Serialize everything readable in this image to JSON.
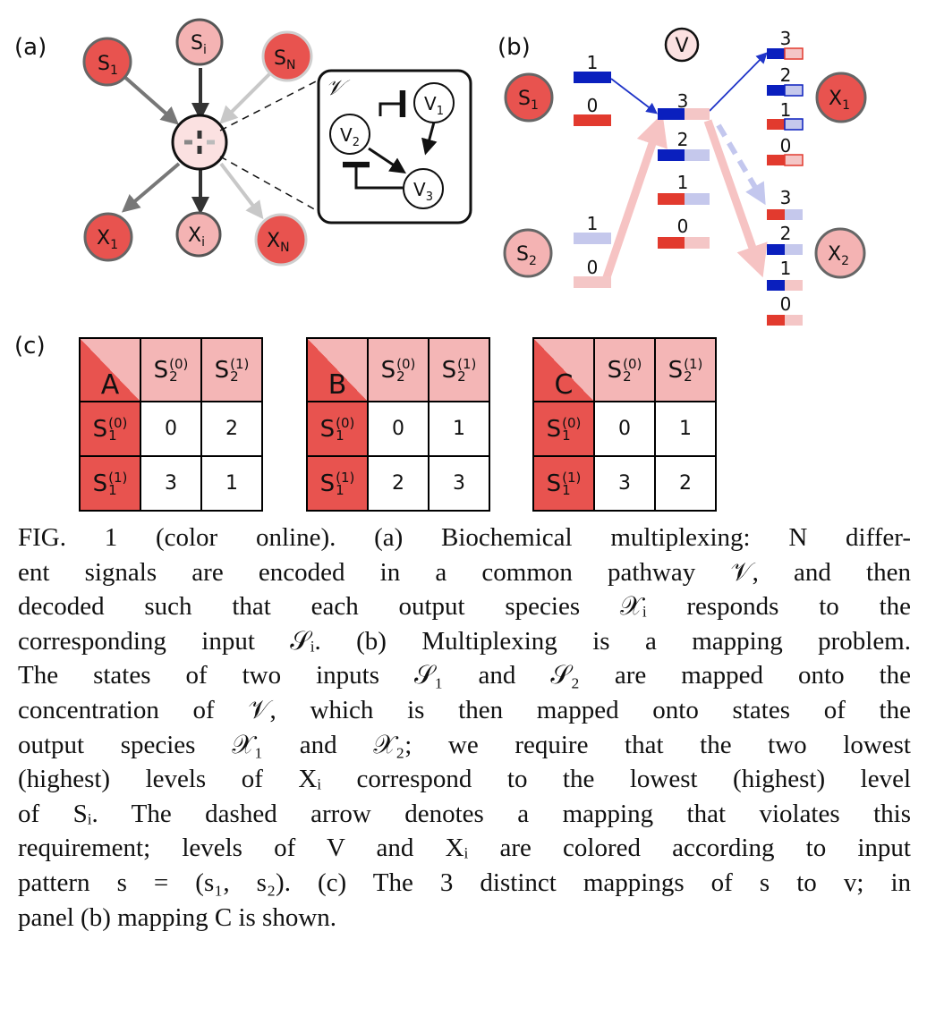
{
  "panel_labels": {
    "a": "(a)",
    "b": "(b)",
    "c": "(c)"
  },
  "panel_a": {
    "inputs": [
      {
        "base": "S",
        "sub": "1"
      },
      {
        "base": "S",
        "sub": "i"
      },
      {
        "base": "S",
        "sub": "N"
      }
    ],
    "outputs": [
      {
        "base": "X",
        "sub": "1"
      },
      {
        "base": "X",
        "sub": "i"
      },
      {
        "base": "X",
        "sub": "N"
      }
    ],
    "pathway_symbol": "𝒱",
    "pathway_nodes": [
      {
        "base": "V",
        "sub": "1"
      },
      {
        "base": "V",
        "sub": "2"
      },
      {
        "base": "V",
        "sub": "3"
      }
    ]
  },
  "panel_b": {
    "v_label": "V",
    "inputs": [
      {
        "base": "S",
        "sub": "1"
      },
      {
        "base": "S",
        "sub": "2"
      }
    ],
    "outputs": [
      {
        "base": "X",
        "sub": "1"
      },
      {
        "base": "X",
        "sub": "2"
      }
    ],
    "s1_levels": [
      "1",
      "0"
    ],
    "s2_levels": [
      "1",
      "0"
    ],
    "v_levels": [
      "3",
      "2",
      "1",
      "0"
    ],
    "x1_levels": [
      "3",
      "2",
      "1",
      "0"
    ],
    "x2_levels": [
      "3",
      "2",
      "1",
      "0"
    ],
    "colors": {
      "blue": "#0a1fbe",
      "light_blue": "#c5c8ec",
      "red": "#e23a2e",
      "pink": "#f4c6c6"
    }
  },
  "panel_c": {
    "tables": [
      {
        "corner": "A",
        "col_headers": [
          {
            "base": "S",
            "sup": "(0)",
            "sub": "2"
          },
          {
            "base": "S",
            "sup": "(1)",
            "sub": "2"
          }
        ],
        "rows": [
          {
            "header": {
              "base": "S",
              "sup": "(0)",
              "sub": "1"
            },
            "cells": [
              "0",
              "2"
            ]
          },
          {
            "header": {
              "base": "S",
              "sup": "(1)",
              "sub": "1"
            },
            "cells": [
              "3",
              "1"
            ]
          }
        ]
      },
      {
        "corner": "B",
        "col_headers": [
          {
            "base": "S",
            "sup": "(0)",
            "sub": "2"
          },
          {
            "base": "S",
            "sup": "(1)",
            "sub": "2"
          }
        ],
        "rows": [
          {
            "header": {
              "base": "S",
              "sup": "(0)",
              "sub": "1"
            },
            "cells": [
              "0",
              "1"
            ]
          },
          {
            "header": {
              "base": "S",
              "sup": "(1)",
              "sub": "1"
            },
            "cells": [
              "2",
              "3"
            ]
          }
        ]
      },
      {
        "corner": "C",
        "col_headers": [
          {
            "base": "S",
            "sup": "(0)",
            "sub": "2"
          },
          {
            "base": "S",
            "sup": "(1)",
            "sub": "2"
          }
        ],
        "rows": [
          {
            "header": {
              "base": "S",
              "sup": "(0)",
              "sub": "1"
            },
            "cells": [
              "0",
              "1"
            ]
          },
          {
            "header": {
              "base": "S",
              "sup": "(1)",
              "sub": "1"
            },
            "cells": [
              "3",
              "2"
            ]
          }
        ]
      }
    ]
  },
  "caption": {
    "lines": [
      "FIG. 1 (color online).    (a) Biochemical multiplexing: N differ-",
      "ent signals are encoded in a common pathway 𝒱, and then",
      "decoded such that each output species 𝒳ᵢ responds to the",
      "corresponding input 𝒮ᵢ. (b) Multiplexing is a mapping problem.",
      "The states of two inputs 𝒮₁ and 𝒮₂ are mapped onto the",
      "concentration of 𝒱, which is then mapped onto states of the",
      "output species 𝒳₁ and 𝒳₂; we require that the two lowest",
      "(highest) levels of Xᵢ correspond to the lowest (highest) level",
      "of Sᵢ. The dashed arrow denotes a mapping that violates this",
      "requirement; levels of V and Xᵢ are colored according to input",
      "pattern s = (s₁, s₂). (c) The 3 distinct mappings of s to v; in",
      "panel (b) mapping C is shown."
    ]
  }
}
